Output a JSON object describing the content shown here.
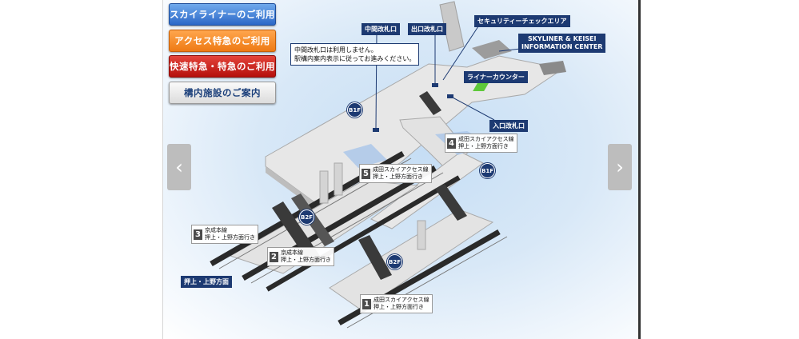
{
  "menu": {
    "skyliner": "スカイライナーのご利用",
    "access_express": "アクセス特急のご利用",
    "rapid_express": "快速特急・特急のご利用",
    "facilities": "構内施設のご案内"
  },
  "nav": {
    "prev": "‹",
    "next": "›"
  },
  "labels": {
    "middle_gate": "中間改札口",
    "exit_gate": "出口改札口",
    "security": "セキュリティーチェックエリア",
    "info_line1": "SKYLINER & KEISEI",
    "info_line2": "INFORMATION CENTER",
    "liner_counter": "ライナーカウンター",
    "entrance_gate": "入口改札口",
    "direction": "押上・上野方面"
  },
  "notice": {
    "line1": "中間改札口は利用しません。",
    "line2": "駅構内案内表示に従ってお進みください。"
  },
  "floors": {
    "b1": "B1F",
    "b2": "B2F"
  },
  "platforms": [
    {
      "num": "1",
      "line": "成田スカイアクセス線",
      "dir": "押上・上野方面行き"
    },
    {
      "num": "2",
      "line": "京成本線",
      "dir": "押上・上野方面行き"
    },
    {
      "num": "3",
      "line": "京成本線",
      "dir": "押上・上野方面行き"
    },
    {
      "num": "4",
      "line": "成田スカイアクセス線",
      "dir": "押上・上野方面行き"
    },
    {
      "num": "5",
      "line": "成田スカイアクセス線",
      "dir": "押上・上野方面行き"
    }
  ],
  "colors": {
    "navy": "#1d3a72",
    "btn_blue": "#2c68c7",
    "btn_orange": "#ee7a14",
    "btn_red": "#b5100c",
    "counter_green": "#5ec83a"
  }
}
